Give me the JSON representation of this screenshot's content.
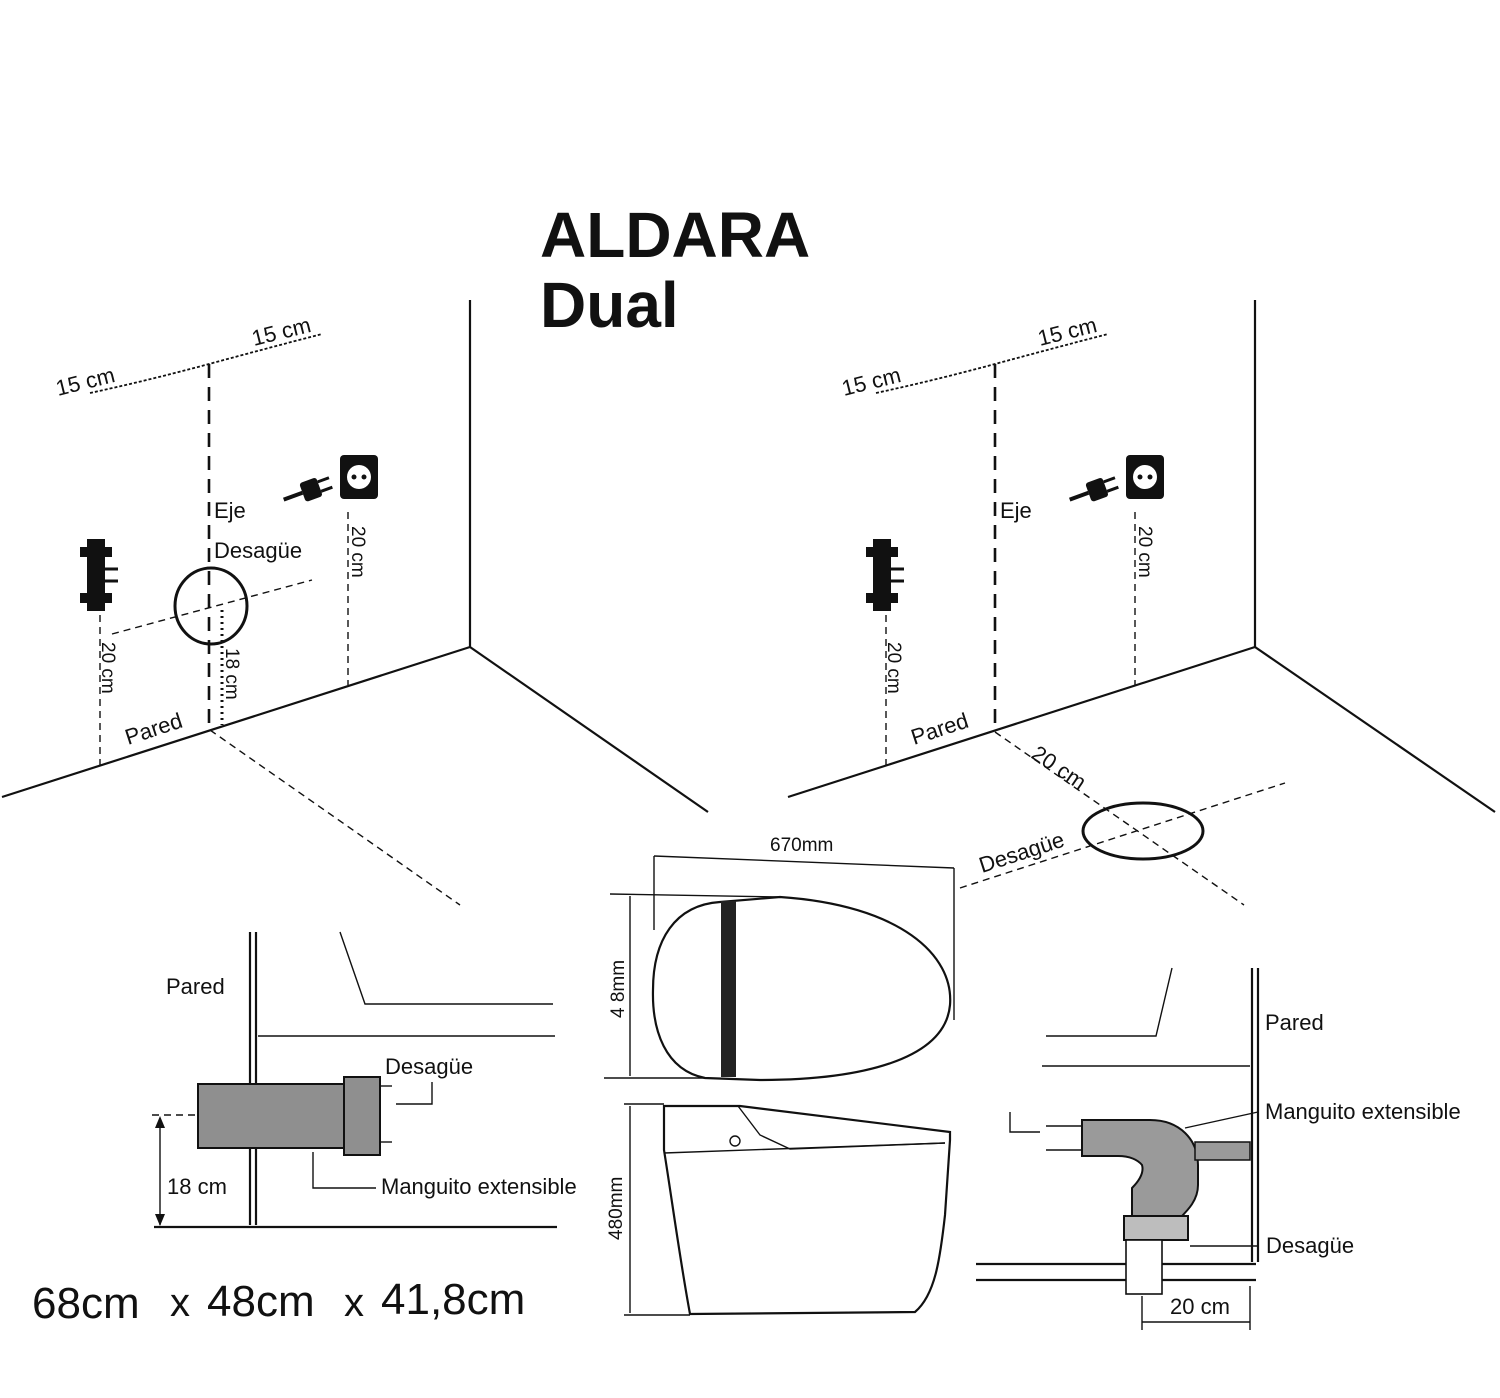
{
  "title": {
    "line1": "ALDARA",
    "line2": "Dual"
  },
  "dimensions_summary": {
    "length": "68cm",
    "width": "48cm",
    "height": "41,8cm",
    "separator": "x"
  },
  "left_wall_diagram": {
    "top_dim_a": "15 cm",
    "top_dim_b": "15 cm",
    "axis_label": "Eje",
    "drain_label": "Desagüe",
    "water_height": "20 cm",
    "outlet_height": "20 cm",
    "drain_height": "18 cm",
    "wall_label": "Pared"
  },
  "right_wall_diagram": {
    "top_dim_a": "15 cm",
    "top_dim_b": "15 cm",
    "axis_label": "Eje",
    "water_height": "20 cm",
    "outlet_height": "20 cm",
    "wall_label": "Pared",
    "floor_distance": "20 cm",
    "drain_label": "Desagüe"
  },
  "side_section_wall": {
    "wall_label": "Pared",
    "drain_label": "Desagüe",
    "height_label": "18 cm",
    "sleeve_label": "Manguito extensible"
  },
  "top_view": {
    "length": "670mm",
    "width": "4 8mm"
  },
  "side_view": {
    "height": "480mm"
  },
  "side_section_floor": {
    "wall_label": "Pared",
    "sleeve_label": "Manguito extensible",
    "drain_label": "Desagüe",
    "distance_label": "20 cm"
  },
  "colors": {
    "ink": "#111111",
    "pipe_fill": "#8f8f8f",
    "background": "#ffffff"
  }
}
